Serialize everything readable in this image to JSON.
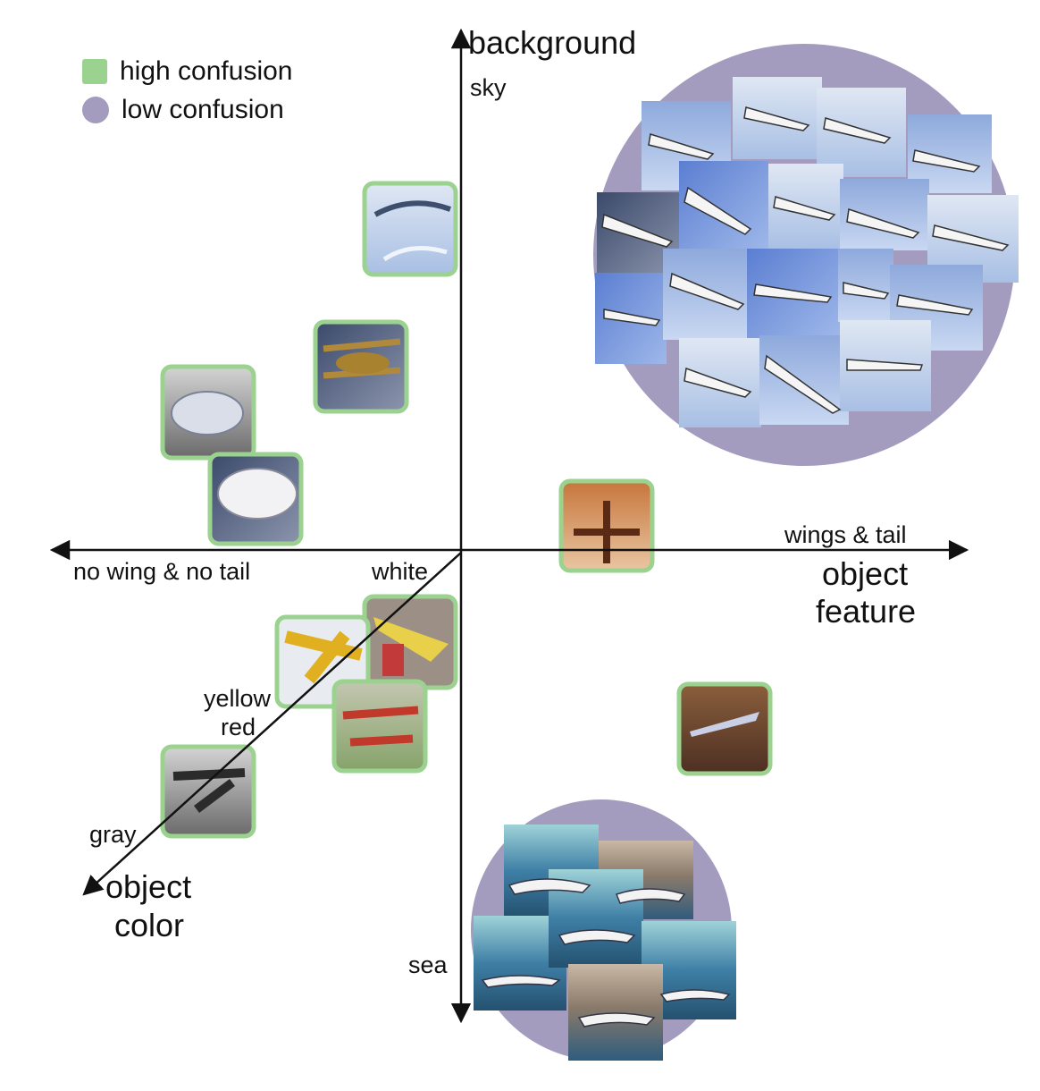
{
  "legend": {
    "high_label": "high confusion",
    "low_label": "low confusion"
  },
  "axes": {
    "y_title": "background",
    "y_top": "sky",
    "y_bottom": "sea",
    "x_right_value": "wings & tail",
    "x_left_value": "no wing & no tail",
    "x_title_line1": "object",
    "x_title_line2": "feature",
    "d_white": "white",
    "d_yellow": "yellow",
    "d_red": "red",
    "d_gray": "gray",
    "d_title_line1": "object",
    "d_title_line2": "color"
  },
  "colors": {
    "high_confusion": "#9bd28f",
    "low_confusion": "#a39cbf",
    "axis": "#111111"
  },
  "icons": {
    "high_confusion": "green-square",
    "low_confusion": "purple-circle",
    "thumbnail": "airplane-photo"
  }
}
